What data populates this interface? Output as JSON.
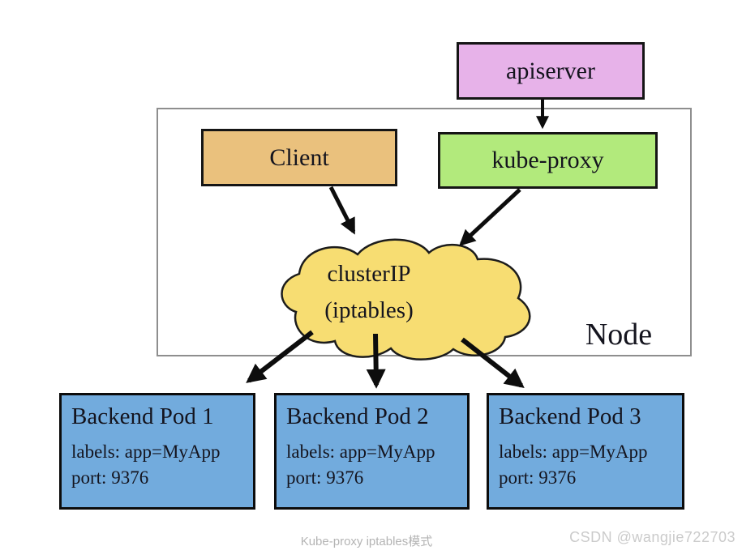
{
  "diagram": {
    "apiserver_label": "apiserver",
    "client_label": "Client",
    "kube_proxy_label": "kube-proxy",
    "cluster_ip": {
      "line1": "clusterIP",
      "line2": "(iptables)"
    },
    "node_label": "Node",
    "pods": [
      {
        "title": "Backend Pod 1",
        "labels": "labels: app=MyApp",
        "port": "port: 9376"
      },
      {
        "title": "Backend Pod 2",
        "labels": "labels: app=MyApp",
        "port": "port: 9376"
      },
      {
        "title": "Backend Pod 3",
        "labels": "labels: app=MyApp",
        "port": "port: 9376"
      }
    ],
    "colors": {
      "apiserver_fill": "#e7b2e9",
      "client_fill": "#eac17d",
      "kube_proxy_fill": "#b2ea7c",
      "cluster_ip_fill": "#f7dd72",
      "pod_fill": "#72abdd",
      "node_border": "#8e8e8e",
      "box_border": "#151515",
      "arrow": "#0d0d0d"
    }
  },
  "footer": {
    "caption": "Kube-proxy iptables模式",
    "watermark": "CSDN @wangjie722703"
  }
}
